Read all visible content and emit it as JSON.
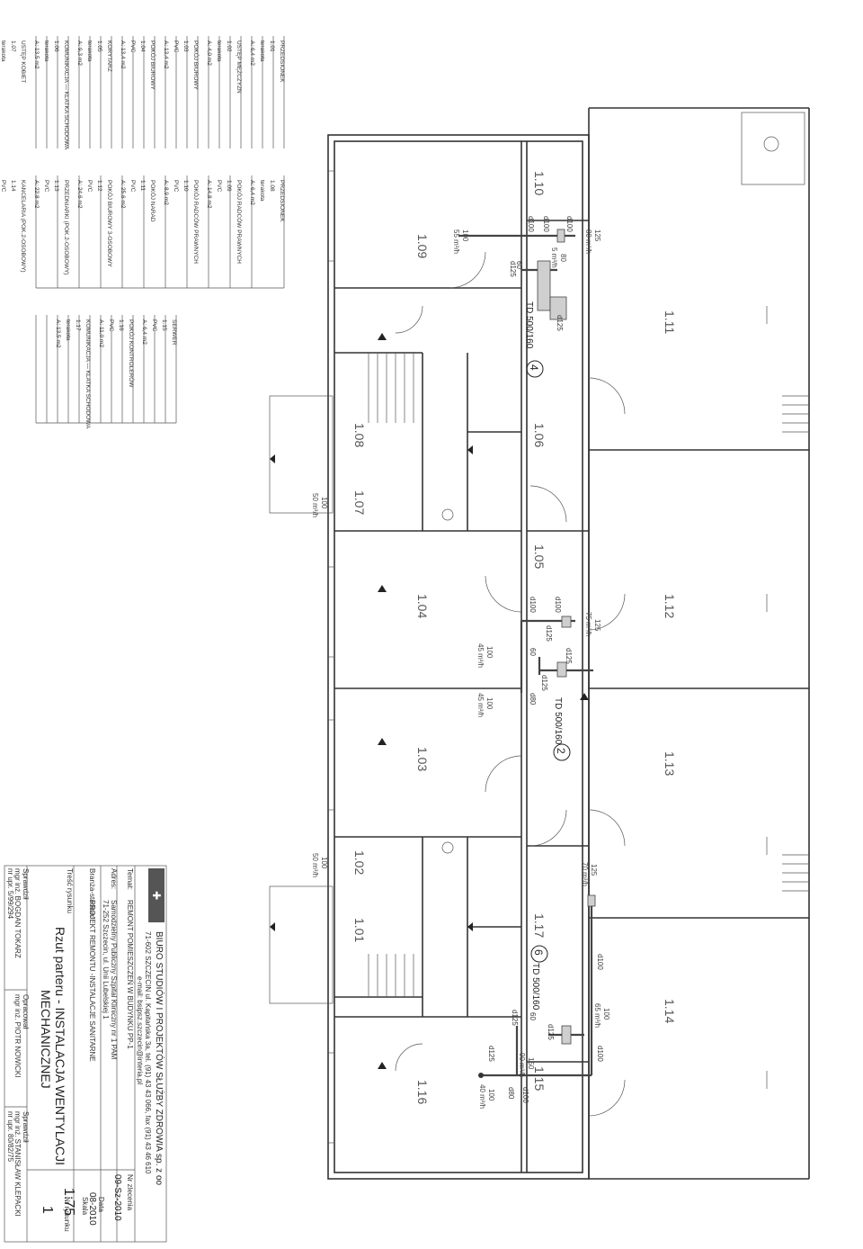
{
  "rooms_left_table": [
    {
      "name": "PRZEDSIONEK",
      "no": "1.01",
      "floor": "terakota",
      "area": "A: 6,4 m2"
    },
    {
      "name": "USTĘP MĘŻCZYZN",
      "no": "1.02",
      "floor": "terakota",
      "area": "A: 4,0 m2"
    },
    {
      "name": "POKÓJ BIUROWY",
      "no": "1.03",
      "floor": "PVC",
      "area": "A: 13,4 m2"
    },
    {
      "name": "POKÓJ BIUROWY",
      "no": "1.04",
      "floor": "PVC",
      "area": "A: 13,4 m2"
    },
    {
      "name": "KORYTARZ",
      "no": "1.05",
      "floor": "terakota",
      "area": "A: 9,3 m2"
    },
    {
      "name": "KOMUNIKACJA — KLATKA SCHODOWA",
      "no": "1.06",
      "floor": "terakota",
      "area": "A: 13,5 m2"
    },
    {
      "name": "USTĘP KOBIET",
      "no": "1.07",
      "floor": "terakota",
      "area": "A: 4,0 m2"
    }
  ],
  "rooms_mid_table": [
    {
      "name": "PRZEDSIONEK",
      "no": "1.08",
      "floor": "terakota",
      "area": "A: 6,4 m2"
    },
    {
      "name": "POKÓJ RADCÓW PRAWNYCH",
      "no": "1.09",
      "floor": "PVC",
      "area": "A: 14,8 m2"
    },
    {
      "name": "POKÓJ RADCÓW PRAWNYCH",
      "no": "1.10",
      "floor": "PVC",
      "area": "A: 8,9 m2"
    },
    {
      "name": "POKÓJ NARAD",
      "no": "1.11",
      "floor": "PVC",
      "area": "A: 25,6 m2"
    },
    {
      "name": "POKÓJ BIUROWY 3-OSOBOWY",
      "no": "1.12",
      "floor": "PVC",
      "area": "A: 24,6 m2"
    },
    {
      "name": "PRZEDNIARKI (POK.2-OSOBOWY)",
      "no": "1.13",
      "floor": "PVC",
      "area": "A: 22,8 m2"
    },
    {
      "name": "KANCELARIA (POK.2-OSOBOWY)",
      "no": "1.14",
      "floor": "PVC",
      "area": "A: 21,3 m2"
    }
  ],
  "rooms_right_table": [
    {
      "name": "SERWER",
      "no": "1.15",
      "floor": "PVC",
      "area": "A: 6,4 m2"
    },
    {
      "name": "POKÓJ KONTROLERÓW",
      "no": "1.16",
      "floor": "PVC",
      "area": "A: 11,0 m2"
    },
    {
      "name": "KOMUNIKACJA — KLATKA SCHODOWA",
      "no": "1.17",
      "floor": "terakota",
      "area": "A: 13,5 m2"
    }
  ],
  "room_labels": {
    "r109": "1.09",
    "r110": "1.10",
    "r111": "1.11",
    "r108": "1.08",
    "r106": "1.06",
    "r107": "1.07",
    "r105": "1.05",
    "r104": "1.04",
    "r112": "1.12",
    "r103": "1.03",
    "r113": "1.13",
    "r102": "1.02",
    "r101": "1.01",
    "r117": "1.17",
    "r114": "1.14",
    "r116": "1.16",
    "r115": "1.15"
  },
  "ventilation": {
    "unit4": {
      "label": "TD 500/160",
      "num": "4"
    },
    "unit2": {
      "label": "TD 500/160",
      "num": "2"
    },
    "unit6": {
      "label": "TD 500/160",
      "num": "6"
    },
    "flows": {
      "f109": "55 m³/h",
      "f109b": "100",
      "f111": "80 m³/h",
      "f111b": "125",
      "f110": "5 m³/h",
      "f110b": "80",
      "f104": "45 m³/h",
      "f104b": "100",
      "f103": "45 m³/h",
      "f103b": "100",
      "f112": "75 m³/h",
      "f112b": "125",
      "f113": "70 m³/h",
      "f113b": "125",
      "f114": "65 m³/h",
      "f114b": "100",
      "f116": "90 m³/h",
      "f116b": "150",
      "f115": "40 m³/h",
      "f115b": "100",
      "f107": "50 m³/h",
      "f107b": "100",
      "f102": "50 m³/h",
      "f102b": "100"
    },
    "ducts": {
      "d100a": "d100",
      "d100b": "d100",
      "d100c": "d100",
      "d125a": "d125",
      "d60a": "60",
      "d125b": "d125",
      "d100d": "d100",
      "d100e": "d100",
      "d125c": "d125",
      "d125d": "d125",
      "d60b": "60",
      "d125e": "d125",
      "d80a": "d80",
      "d125f": "d125",
      "d100f": "d100",
      "d125g": "d125",
      "d60c": "60",
      "d125h": "d125",
      "d100g": "d100",
      "d80b": "d80",
      "d100h": "d100"
    }
  },
  "title_block": {
    "office": "BIURO STUDIÓW I PROJEKTÓW SŁUŻBY ZDROWIA sp. z oo",
    "address": "71-602 SZCZECIN ul. Kapitańska 3a, tel. (91) 43 43 066, fax (91) 43 46 610",
    "email": "e-mail: bsipsz.szczecin@interia.pl",
    "temat_label": "Temat:",
    "temat": "REMONT POMIESZCZEŃ W BUDYNKU PP-1",
    "adres_label": "Adres:",
    "adres1": "Samodzielny Publiczny Szpital Kliniczny nr 1 PAM",
    "adres2": "71-252 Szczecin, ul. Unii Lubelskiej 1",
    "branza_label": "Branża-stadium",
    "branza": "PROJEKT REMONTU -INSTALACJE SANITARNE",
    "tresc_label": "Treść rysunku",
    "tresc1": "Rzut parteru - INSTALACJA WENTYLACJI",
    "tresc2": "MECHANICZNEJ",
    "nr_zlecenia_label": "Nr zlecenia",
    "nr_zlecenia": "09-Sz-2010",
    "data_label": "Data",
    "data": "08-2010",
    "skala_label": "Skala",
    "skala": "1:75",
    "nr_rys_label": "Nr rysunku",
    "nr_rys": "1",
    "sprawdzil_label": "Sprawdził",
    "sprawdzil": "mgr inż. BOGDAN TOKARZ",
    "sprawdzil_upr": "nr upr. 5/99/294",
    "opracowal_label": "Opracował",
    "opracowal": "mgr inż. PIOTR NOWICKI",
    "projektowal_label": "Sprawdził",
    "projektowal": "mgr inż. STANISŁAW KLEPACKI",
    "projektowal_upr": "nr upr. 80/82/75"
  }
}
